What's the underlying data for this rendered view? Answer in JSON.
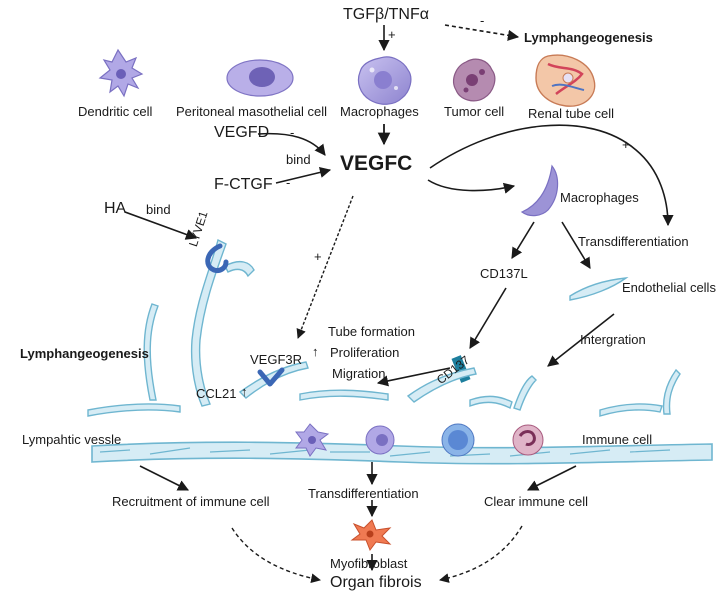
{
  "top": {
    "tgf": "TGFβ/TNFα",
    "plus": "+",
    "minus": "-",
    "lymphangeogenesis": "Lymphangeogenesis"
  },
  "cells": {
    "dendritic": "Dendritic cell",
    "peritoneal": "Peritoneal masothelial cell",
    "macrophages": "Macrophages",
    "tumor": "Tumor cell",
    "renal": "Renal tube cell"
  },
  "center": {
    "vegfd": "VEGFD",
    "bind1": "bind",
    "fctgf": "F-CTGF",
    "vegfc": "VEGFC",
    "minus_vegfd": "-",
    "minus_fctgf": "-",
    "plus_right": "+",
    "plus_vegf3r": "+"
  },
  "left": {
    "ha": "HA",
    "bind2": "bind",
    "lyve1": "LYVE1",
    "lymphangeogenesis": "Lymphangeogenesis",
    "ccl21": "CCL21",
    "up_arrow": "↑",
    "vegf3r": "VEGF3R",
    "up_arrow2": "↑"
  },
  "effects": {
    "tube": "Tube formation",
    "proliferation": "Proliferation",
    "migration": "Migration"
  },
  "right": {
    "macrophages": "Macrophages",
    "transdiff": "Transdifferentiation",
    "cd137l": "CD137L",
    "endothelial": "Endothelial cells",
    "intergration": "Intergration",
    "cd137": "CD137"
  },
  "bottom": {
    "lymphatic_vessle": "Lympahtic vessle",
    "immune_cell": "Immune cell",
    "recruitment": "Recruitment of immune cell",
    "transdiff": "Transdifferentiation",
    "clear": "Clear immune cell",
    "myofibroblast": "Myofibroblast",
    "organ_fibrosis": "Organ fibrois"
  },
  "colors": {
    "vessel_fill": "#d6ecf5",
    "vessel_stroke": "#6fb6d0",
    "macrophage": "#9c93d6",
    "cell_purple": "#8a7bc8",
    "tumor": "#9b5f8f",
    "receptor_blue": "#3b67b5",
    "cd137": "#1d7f9e",
    "myofibroblast": "#f07a52"
  }
}
